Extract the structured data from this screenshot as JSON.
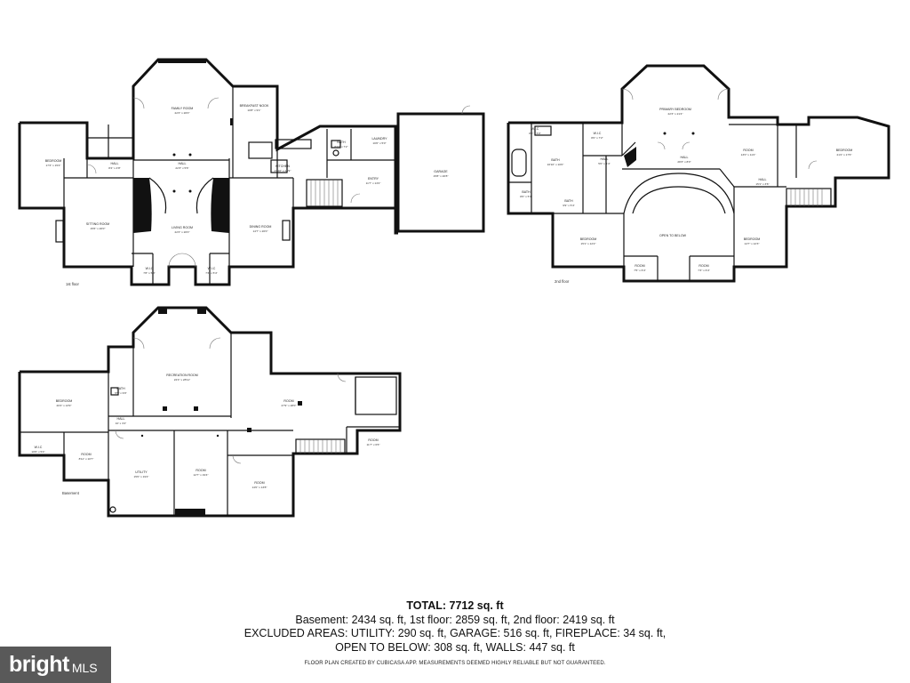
{
  "floors": {
    "first": {
      "label": "1st floor",
      "rooms": [
        {
          "id": "bedroom",
          "name": "BEDROOM",
          "dim": "17'3\" x 15'4\""
        },
        {
          "id": "family",
          "name": "FAMILY ROOM",
          "dim": "22'3\" x 20'0\""
        },
        {
          "id": "breakfast",
          "name": "BREAKFAST NOOK",
          "dim": "10'8\" x 9'1\""
        },
        {
          "id": "hall_a",
          "name": "HALL",
          "dim": "8'4\" x 4'8\""
        },
        {
          "id": "hall_b",
          "name": "HALL",
          "dim": "22'3\" x 5'6\""
        },
        {
          "id": "kitchen",
          "name": "KITCHEN",
          "dim": "27'10\" x 18'9\""
        },
        {
          "id": "bath",
          "name": "BATH",
          "dim": "8'10\" x 7'2\""
        },
        {
          "id": "laundry",
          "name": "LAUNDRY",
          "dim": "10'0\" x 5'0\""
        },
        {
          "id": "entry",
          "name": "ENTRY",
          "dim": "11'7\" x 13'2\""
        },
        {
          "id": "garage",
          "name": "GARAGE",
          "dim": "15'8\" x 20'8\""
        },
        {
          "id": "sitting",
          "name": "SITTING ROOM",
          "dim": "15'6\" x 20'0\""
        },
        {
          "id": "living",
          "name": "LIVING ROOM",
          "dim": "22'3\" x 20'0\""
        },
        {
          "id": "dining",
          "name": "DINING ROOM",
          "dim": "14'7\" x 20'0\""
        },
        {
          "id": "wic_a",
          "name": "W.I.C",
          "dim": "7'8\" x 5'4\""
        },
        {
          "id": "wic_b",
          "name": "W.I.C",
          "dim": "7'3\" x 5'4\""
        }
      ]
    },
    "second": {
      "label": "2nd floor",
      "rooms": [
        {
          "id": "primary",
          "name": "PRIMARY BEDROOM",
          "dim": "22'3\" x 21'4\""
        },
        {
          "id": "wic_a",
          "name": "W.I.C",
          "dim": "8'5\" x 6'0\""
        },
        {
          "id": "wic_b",
          "name": "W.I.C",
          "dim": "8'0\" x 7'2\""
        },
        {
          "id": "bath_a",
          "name": "BATH",
          "dim": "16'10\" x 10'0\""
        },
        {
          "id": "hall_a",
          "name": "HALL",
          "dim": "5'0\" x 4'4\""
        },
        {
          "id": "hall_b",
          "name": "HALL",
          "dim": "28'3\" x 8'0\""
        },
        {
          "id": "room_a",
          "name": "ROOM",
          "dim": "13'0\" x 11'2\""
        },
        {
          "id": "bedroom_a",
          "name": "BEDROOM",
          "dim": "21'2\" x 17'6\""
        },
        {
          "id": "hall_c",
          "name": "HALL",
          "dim": "15'1\" x 3'6\""
        },
        {
          "id": "bath_b",
          "name": "BATH",
          "dim": "8'0\" x 5'3\""
        },
        {
          "id": "bath_c",
          "name": "BATH",
          "dim": "9'9\" x 5'4\""
        },
        {
          "id": "bedroom_b",
          "name": "BEDROOM",
          "dim": "15'1\" x 12'2\""
        },
        {
          "id": "open",
          "name": "OPEN TO BELOW",
          "dim": ""
        },
        {
          "id": "bedroom_c",
          "name": "BEDROOM",
          "dim": "14'7\" x 12'3\""
        },
        {
          "id": "room_b",
          "name": "ROOM",
          "dim": "7'5\" x 6'4\""
        },
        {
          "id": "room_c",
          "name": "ROOM",
          "dim": "7'3\" x 6'4\""
        }
      ]
    },
    "basement": {
      "label": "Basement",
      "rooms": [
        {
          "id": "bedroom",
          "name": "BEDROOM",
          "dim": "20'4\" x 13'9\""
        },
        {
          "id": "recreation",
          "name": "RECREATION ROOM",
          "dim": "22'4\" x 28'11\""
        },
        {
          "id": "bath",
          "name": "BATH",
          "dim": "5'5\" x 9'0\""
        },
        {
          "id": "hall",
          "name": "HALL",
          "dim": "10' x 3'4\""
        },
        {
          "id": "room_main",
          "name": "ROOM",
          "dim": "27'9\" x 28'0\""
        },
        {
          "id": "wic",
          "name": "W.I.C",
          "dim": "10'0\" x 5'4\""
        },
        {
          "id": "room_a",
          "name": "ROOM",
          "dim": "8'11\" x 10'7\""
        },
        {
          "id": "utility",
          "name": "UTILITY",
          "dim": "15'0\" x 19'4\""
        },
        {
          "id": "room_b",
          "name": "ROOM",
          "dim": "12'7\" x 19'4\""
        },
        {
          "id": "room_c",
          "name": "ROOM",
          "dim": "14'0\" x 13'8\""
        },
        {
          "id": "room_d",
          "name": "ROOM",
          "dim": "11'7\" x 6'6\""
        }
      ]
    }
  },
  "summary": {
    "total": "TOTAL: 7712 sq. ft",
    "line1": "Basement: 2434 sq. ft, 1st floor: 2859 sq. ft, 2nd floor: 2419 sq. ft",
    "line2": "EXCLUDED AREAS: UTILITY: 290 sq. ft, GARAGE: 516 sq. ft, FIREPLACE: 34 sq. ft,",
    "line3": "OPEN TO BELOW: 308 sq. ft, WALLS: 447 sq. ft"
  },
  "disclaimer": "FLOOR PLAN CREATED BY CUBICASA APP. MEASUREMENTS DEEMED HIGHLY RELIABLE BUT NOT GUARANTEED.",
  "logo": {
    "brand": "bright",
    "suffix": "MLS",
    "bg_color": "#595959"
  }
}
